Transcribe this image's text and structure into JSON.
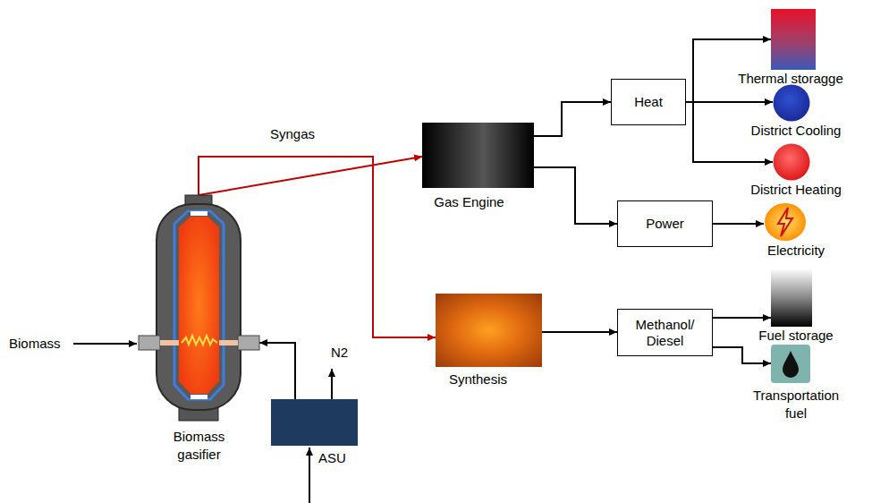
{
  "diagram": {
    "nodes": [
      {
        "text": [
          "Biomass gasifier"
        ]
      },
      {
        "text": [
          "ASU"
        ]
      },
      {
        "text": [
          "Gas Engine"
        ]
      },
      {
        "text": [
          "Synthesis"
        ]
      },
      {
        "text": [
          "Heat"
        ]
      },
      {
        "text": [
          "Power"
        ]
      },
      {
        "text": [
          "Methanol/ Diesel"
        ]
      },
      {
        "text": [
          "Thermal storagge"
        ]
      },
      {
        "text": [
          "District Cooling"
        ]
      },
      {
        "text": [
          "District Heating"
        ]
      },
      {
        "text": [
          "Electricity"
        ]
      },
      {
        "text": [
          "Fuel storage"
        ]
      },
      {
        "text": [
          "Transportation fuel"
        ]
      }
    ],
    "edges": [
      {
        "from": 0,
        "to": 2,
        "arrow": "to",
        "label": "Syngas"
      },
      {
        "from": 0,
        "to": 3,
        "arrow": "to"
      },
      {
        "from": 1,
        "to": 0,
        "arrow": "to"
      },
      {
        "from": 2,
        "to": 4,
        "arrow": "to"
      },
      {
        "from": 2,
        "to": 5,
        "arrow": "to"
      },
      {
        "from": 4,
        "to": 7,
        "arrow": "to"
      },
      {
        "from": 4,
        "to": 8,
        "arrow": "to"
      },
      {
        "from": 4,
        "to": 9,
        "arrow": "to"
      },
      {
        "from": 5,
        "to": 10,
        "arrow": "to"
      },
      {
        "from": 3,
        "to": 6,
        "arrow": "to"
      },
      {
        "from": 6,
        "to": 11,
        "arrow": "to"
      },
      {
        "from": 6,
        "to": 12,
        "arrow": "to"
      }
    ],
    "labels": [
      "Biomass",
      "N2"
    ]
  }
}
